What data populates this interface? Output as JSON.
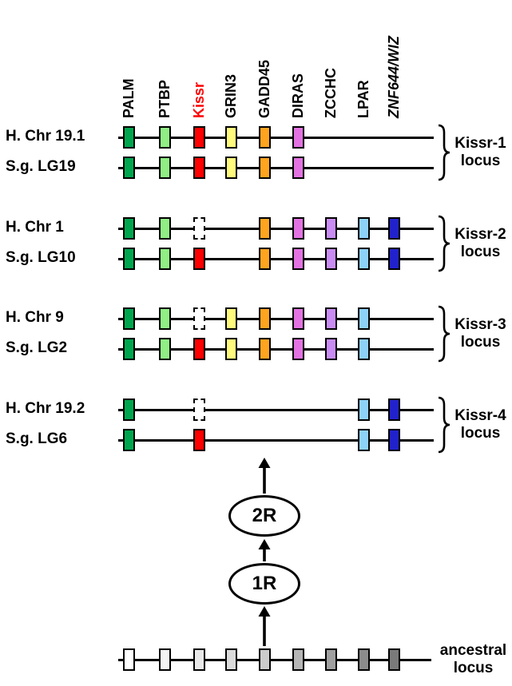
{
  "header": {
    "columns": [
      {
        "label": "PALM",
        "color": "#00A64F"
      },
      {
        "label": "PTBP",
        "color": "#90EE84"
      },
      {
        "label": "Kissr",
        "color": "#FF0000",
        "text_color": "#FF0000"
      },
      {
        "label": "GRIN3",
        "color": "#FFF97D"
      },
      {
        "label": "GADD45",
        "color": "#FFA41E"
      },
      {
        "label": "DIRAS",
        "color": "#E272E2"
      },
      {
        "label": "ZCCHC",
        "color": "#C88CF2"
      },
      {
        "label": "LPAR",
        "color": "#8ED1F8"
      },
      {
        "label": "ZNF644/WIZ",
        "color": "#2222CC",
        "italic": true
      }
    ]
  },
  "loci": [
    {
      "name": "Kissr-1",
      "sub": "locus",
      "rows": [
        {
          "label": "H. Chr 19.1",
          "boxes": [
            {
              "gene": "PALM"
            },
            {
              "gene": "PTBP"
            },
            {
              "gene": "Kissr"
            },
            {
              "gene": "GRIN3"
            },
            {
              "gene": "GADD45"
            },
            {
              "gene": "DIRAS"
            }
          ]
        },
        {
          "label": "S.g. LG19",
          "boxes": [
            {
              "gene": "PALM"
            },
            {
              "gene": "PTBP"
            },
            {
              "gene": "Kissr"
            },
            {
              "gene": "GRIN3"
            },
            {
              "gene": "GADD45"
            },
            {
              "gene": "DIRAS"
            }
          ]
        }
      ]
    },
    {
      "name": "Kissr-2",
      "sub": "locus",
      "rows": [
        {
          "label": "H. Chr 1",
          "boxes": [
            {
              "gene": "PALM"
            },
            {
              "gene": "PTBP"
            },
            {
              "gene": "Kissr",
              "dashed": true
            },
            {
              "gene": "GADD45"
            },
            {
              "gene": "DIRAS"
            },
            {
              "gene": "ZCCHC"
            },
            {
              "gene": "LPAR"
            },
            {
              "gene": "ZNF644/WIZ"
            }
          ]
        },
        {
          "label": "S.g. LG10",
          "boxes": [
            {
              "gene": "PALM"
            },
            {
              "gene": "PTBP"
            },
            {
              "gene": "Kissr"
            },
            {
              "gene": "GADD45"
            },
            {
              "gene": "DIRAS"
            },
            {
              "gene": "ZCCHC"
            },
            {
              "gene": "LPAR"
            },
            {
              "gene": "ZNF644/WIZ"
            }
          ]
        }
      ]
    },
    {
      "name": "Kissr-3",
      "sub": "locus",
      "rows": [
        {
          "label": "H. Chr 9",
          "boxes": [
            {
              "gene": "PALM"
            },
            {
              "gene": "PTBP"
            },
            {
              "gene": "Kissr",
              "dashed": true
            },
            {
              "gene": "GRIN3"
            },
            {
              "gene": "GADD45"
            },
            {
              "gene": "DIRAS"
            },
            {
              "gene": "ZCCHC"
            },
            {
              "gene": "LPAR"
            }
          ]
        },
        {
          "label": "S.g. LG2",
          "boxes": [
            {
              "gene": "PALM"
            },
            {
              "gene": "PTBP"
            },
            {
              "gene": "Kissr"
            },
            {
              "gene": "GRIN3"
            },
            {
              "gene": "GADD45"
            },
            {
              "gene": "DIRAS"
            },
            {
              "gene": "ZCCHC"
            },
            {
              "gene": "LPAR"
            }
          ]
        }
      ]
    },
    {
      "name": "Kissr-4",
      "sub": "locus",
      "rows": [
        {
          "label": "H. Chr 19.2",
          "boxes": [
            {
              "gene": "PALM"
            },
            {
              "gene": "Kissr",
              "dashed": true
            },
            {
              "gene": "LPAR"
            },
            {
              "gene": "ZNF644/WIZ"
            }
          ]
        },
        {
          "label": "S.g. LG6",
          "boxes": [
            {
              "gene": "PALM"
            },
            {
              "gene": "Kissr"
            },
            {
              "gene": "LPAR"
            },
            {
              "gene": "ZNF644/WIZ"
            }
          ]
        }
      ]
    }
  ],
  "wgd": {
    "first": "1R",
    "second": "2R"
  },
  "ancestral": {
    "label_lines": [
      "ancestral",
      "locus"
    ],
    "box_colors": [
      "#FFFFFF",
      "#F5F5F5",
      "#E8E8E8",
      "#DADADA",
      "#CBCBCB",
      "#B5B5B5",
      "#A0A0A0",
      "#8C8C8C",
      "#7A7A7A"
    ]
  }
}
